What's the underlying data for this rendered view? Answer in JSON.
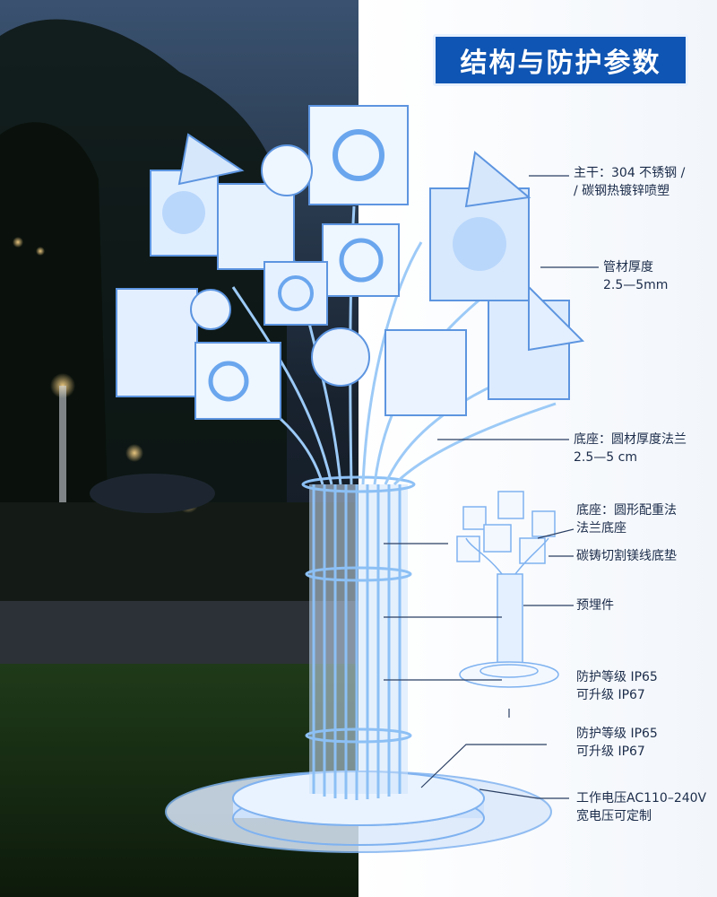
{
  "title": "结构与防护参数",
  "annotations": [
    {
      "id": "main-trunk",
      "lines": [
        "主干：304 不锈钢 /",
        "/ 碳钢热镀锌喷塑"
      ]
    },
    {
      "id": "tube-thickness",
      "lines": [
        "管材厚度",
        "2.5—5mm"
      ]
    },
    {
      "id": "base-flange",
      "lines": [
        "底座：圆材厚度法兰",
        "2.5—5 cm"
      ]
    },
    {
      "id": "base-round",
      "lines": [
        "底座：圆形配重法",
        "法兰底座"
      ]
    },
    {
      "id": "cast-pad",
      "lines": [
        "碳铸切割镁线底垫"
      ]
    },
    {
      "id": "embedded-part",
      "lines": [
        "预埋件"
      ]
    },
    {
      "id": "protection-1",
      "lines": [
        "防护等级 IP65",
        "可升级 IP67"
      ]
    },
    {
      "id": "protection-2",
      "lines": [
        "防护等级 IP65",
        "可升级 IP67"
      ]
    },
    {
      "id": "voltage",
      "lines": [
        "工作电压AC110–240V",
        "宽电压可定制"
      ]
    }
  ],
  "colors": {
    "title_bg": "#0f55b3",
    "annotation_text": "#1b2c4a",
    "blueprint": "#7fb2f0",
    "night": "#0e1620"
  },
  "icons": [
    "led-cube-tree",
    "mini-tree-diagram"
  ]
}
